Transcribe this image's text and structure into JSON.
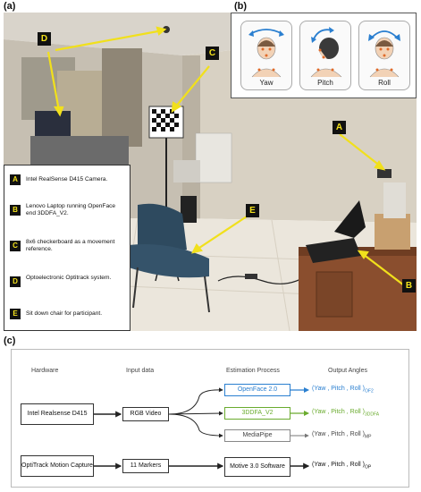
{
  "labels": {
    "a": "(a)",
    "b": "(b)",
    "c": "(c)"
  },
  "badges": {
    "A": "A",
    "B": "B",
    "C": "C",
    "D": "D",
    "E": "E"
  },
  "legend": [
    {
      "key": "A",
      "text": "Intel RealSense D415 Camera."
    },
    {
      "key": "B",
      "text": "Lenovo Laptop running OpenFace end 3DDFA_V2."
    },
    {
      "key": "C",
      "text": "8x6    checkerboard as a movement reference."
    },
    {
      "key": "D",
      "text": "Optoelectronic Optitrack system."
    },
    {
      "key": "E",
      "text": "Sit down chair for participant."
    }
  ],
  "head_poses": [
    "Yaw",
    "Pitch",
    "Roll"
  ],
  "pipeline": {
    "headers": {
      "hardware": "Hardware",
      "input": "Input data",
      "estimation": "Estimation Process",
      "output": "Output Angles"
    },
    "hardware": {
      "realsense": "Intel Realsense D415",
      "optitrack": "OptiTrack Motion Capture"
    },
    "inputs": {
      "rgb": "RGB Video",
      "markers": "11 Markers"
    },
    "methods": {
      "openface": "OpenFace 2.0",
      "ddfa": "3DDFA_V2",
      "mediapipe": "MediaPipe",
      "motive": "Motive 3.0 Software"
    },
    "outputs": {
      "of2": {
        "main": "(Yaw , Pitch , Roll )",
        "sub": "OF2"
      },
      "ddfa": {
        "main": "(Yaw , Pitch , Roll )",
        "sub": "3DDFA"
      },
      "mp": {
        "main": "(Yaw , Pitch , Roll )",
        "sub": "MP"
      },
      "op": {
        "main": "(Yaw , Pitch , Roll )",
        "sub": "OP"
      }
    }
  },
  "colors": {
    "openface": "#2a7fd0",
    "ddfa": "#6aab2e",
    "badge_text": "#f4e21c",
    "arrow": "#f1e01c"
  }
}
